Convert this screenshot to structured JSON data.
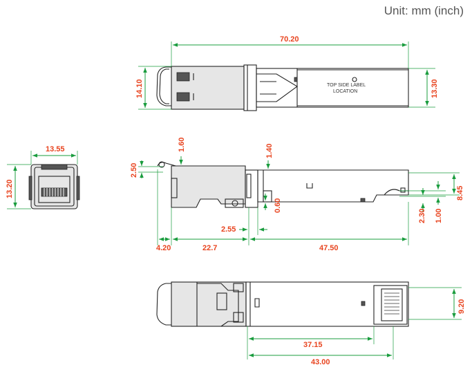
{
  "unit_label": "Unit: mm (inch)",
  "top_view": {
    "length": "70.20",
    "height_left": "14.10",
    "height_right": "13.30",
    "label_text_line1": "TOP SIDE LABEL",
    "label_text_line2": "LOCATION"
  },
  "end_view": {
    "width": "13.55",
    "height": "13.20"
  },
  "side_view": {
    "dim_1_60": "1.60",
    "dim_1_40": "1.40",
    "dim_2_50": "2.50",
    "dim_0_60": "0.60",
    "dim_2_55": "2.55",
    "dim_8_45": "8.45",
    "dim_2_30": "2.30",
    "dim_1_00": "1.00",
    "dim_4_20": "4.20",
    "dim_22_7": "22.7",
    "dim_47_50": "47.50"
  },
  "bottom_view": {
    "dim_9_20": "9.20",
    "dim_37_15": "37.15",
    "dim_43_00": "43.00"
  },
  "colors": {
    "dimension_line": "#1a9c3e",
    "dimension_text": "#e8441f",
    "outline": "#222222"
  }
}
